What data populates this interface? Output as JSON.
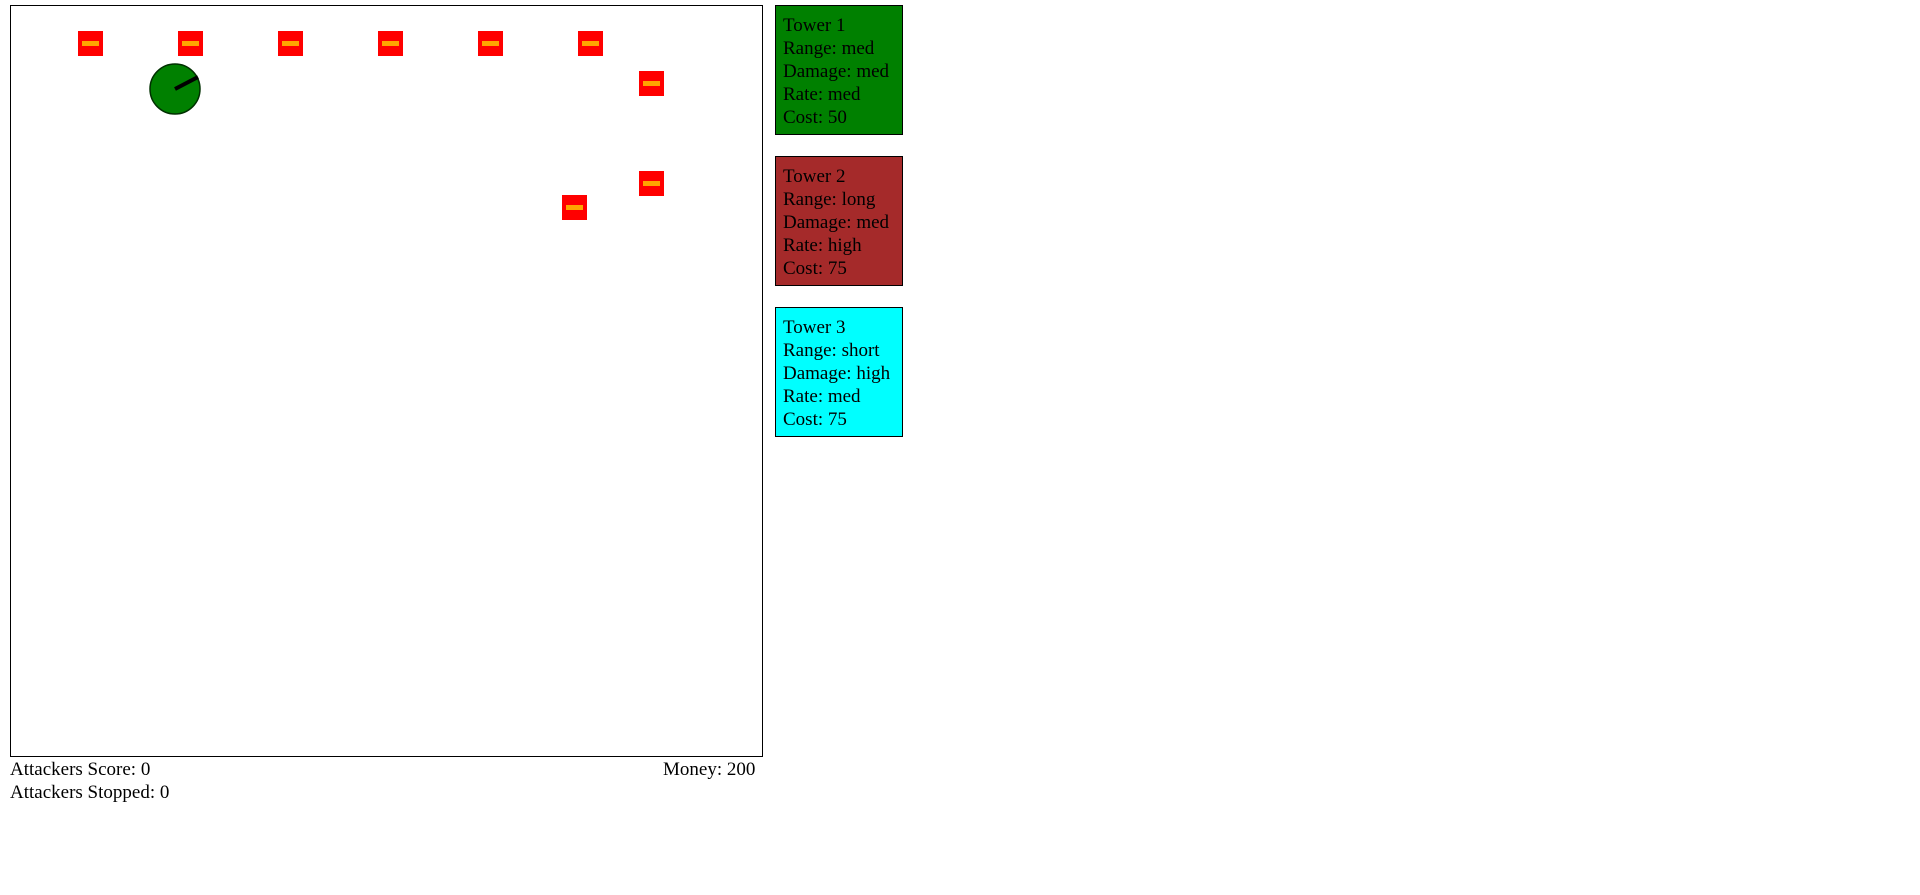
{
  "game": {
    "attackers_score_label": "Attackers Score: 0",
    "attackers_stopped_label": "Attackers Stopped: 0",
    "money_label": "Money: 200"
  },
  "towers": [
    {
      "title": "Tower 1",
      "range": "Range: med",
      "damage": "Damage: med",
      "rate": "Rate: med",
      "cost": "Cost: 50",
      "color": "#008000"
    },
    {
      "title": "Tower 2",
      "range": "Range: long",
      "damage": "Damage: med",
      "rate": "Rate: high",
      "cost": "Cost: 75",
      "color": "#a52a2a"
    },
    {
      "title": "Tower 3",
      "range": "Range: short",
      "damage": "Damage: high",
      "rate": "Rate: med",
      "cost": "Cost: 75",
      "color": "#00ffff"
    }
  ],
  "colors": {
    "attacker_body": "#ff0000",
    "attacker_stripe": "#ffa500",
    "placed_tower": "#008000",
    "board_border": "#000000"
  },
  "icons": {
    "attacker": "attacker-icon",
    "placed_tower": "placed-tower-icon"
  }
}
